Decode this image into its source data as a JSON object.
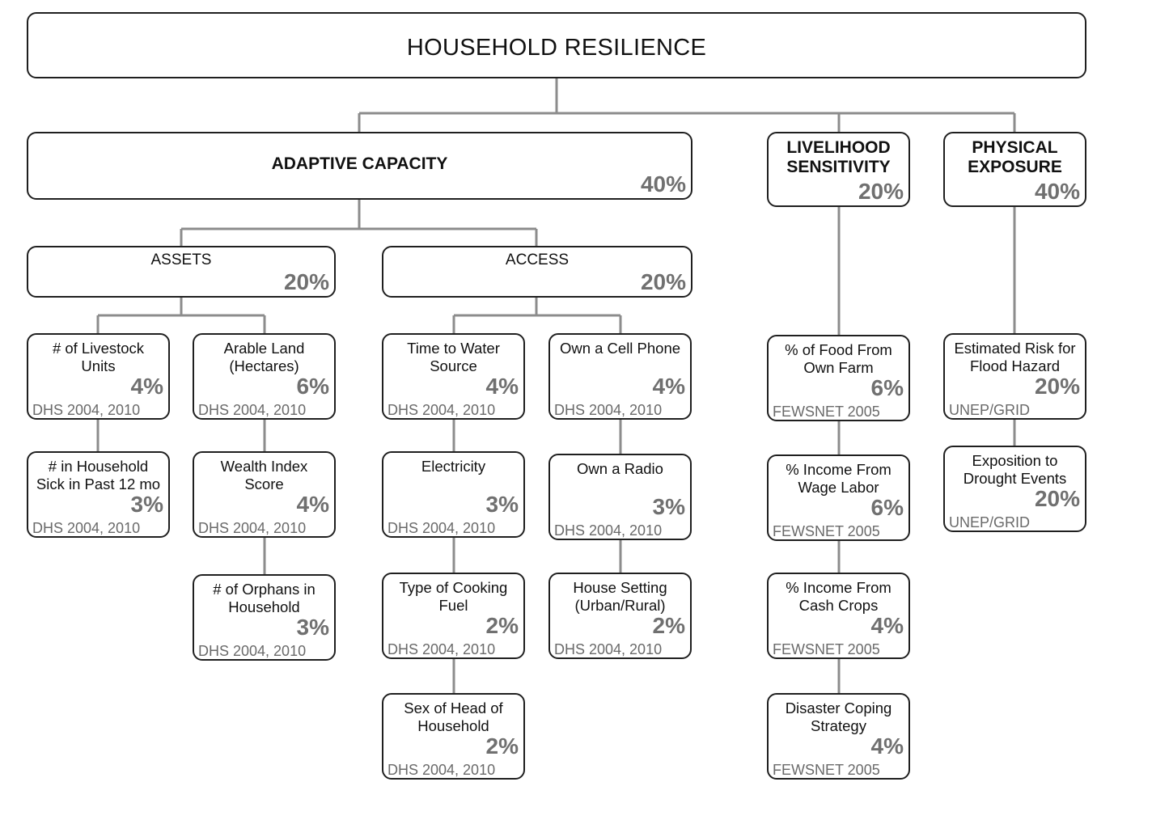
{
  "root": {
    "title": "HOUSEHOLD RESILIENCE"
  },
  "adaptive": {
    "title": "ADAPTIVE CAPACITY",
    "pct": "40%"
  },
  "livelihood": {
    "title_line1": "LIVELIHOOD",
    "title_line2": "SENSITIVITY",
    "pct": "20%"
  },
  "exposure": {
    "title_line1": "PHYSICAL",
    "title_line2": "EXPOSURE",
    "pct": "40%"
  },
  "assets": {
    "title": "ASSETS",
    "pct": "20%"
  },
  "access": {
    "title": "ACCESS",
    "pct": "20%"
  },
  "indicators": {
    "livestock": {
      "line1": "# of Livestock",
      "line2": "Units",
      "pct": "4%",
      "source": "DHS 2004, 2010"
    },
    "sick": {
      "line1": "# in Household",
      "line2": "Sick in Past 12 mo",
      "pct": "3%",
      "source": "DHS 2004, 2010"
    },
    "arable": {
      "line1": "Arable Land",
      "line2": "(Hectares)",
      "pct": "6%",
      "source": "DHS 2004, 2010"
    },
    "wealth": {
      "line1": "Wealth Index",
      "line2": "Score",
      "pct": "4%",
      "source": "DHS 2004, 2010"
    },
    "orphans": {
      "line1": "# of Orphans in",
      "line2": "Household",
      "pct": "3%",
      "source": "DHS 2004, 2010"
    },
    "water": {
      "line1": "Time to Water",
      "line2": "Source",
      "pct": "4%",
      "source": "DHS 2004, 2010"
    },
    "electricity": {
      "line1": "Electricity",
      "line2": "",
      "pct": "3%",
      "source": "DHS 2004, 2010"
    },
    "fuel": {
      "line1": "Type of Cooking",
      "line2": "Fuel",
      "pct": "2%",
      "source": "DHS 2004, 2010"
    },
    "sex": {
      "line1": "Sex of Head of",
      "line2": "Household",
      "pct": "2%",
      "source": "DHS 2004, 2010"
    },
    "cell": {
      "line1": "Own a Cell Phone",
      "line2": "",
      "pct": "4%",
      "source": "DHS 2004, 2010"
    },
    "radio": {
      "line1": "Own a Radio",
      "line2": "",
      "pct": "3%",
      "source": "DHS 2004, 2010"
    },
    "setting": {
      "line1": "House Setting",
      "line2": "(Urban/Rural)",
      "pct": "2%",
      "source": "DHS 2004, 2010"
    },
    "food": {
      "line1": "% of Food From",
      "line2": "Own Farm",
      "pct": "6%",
      "source": "FEWSNET 2005"
    },
    "wage": {
      "line1": "% Income From",
      "line2": "Wage Labor",
      "pct": "6%",
      "source": "FEWSNET 2005"
    },
    "cash": {
      "line1": "% Income From",
      "line2": "Cash Crops",
      "pct": "4%",
      "source": "FEWSNET 2005"
    },
    "coping": {
      "line1": "Disaster Coping",
      "line2": "Strategy",
      "pct": "4%",
      "source": "FEWSNET 2005"
    },
    "flood": {
      "line1": "Estimated Risk for",
      "line2": "Flood Hazard",
      "pct": "20%",
      "source": "UNEP/GRID"
    },
    "drought": {
      "line1": "Exposition to",
      "line2": "Drought Events",
      "pct": "20%",
      "source": "UNEP/GRID"
    }
  },
  "colors": {
    "connector": "#8c8c8c",
    "border": "#1f1f1f",
    "percent": "#707070",
    "source": "#6a6a6a"
  }
}
